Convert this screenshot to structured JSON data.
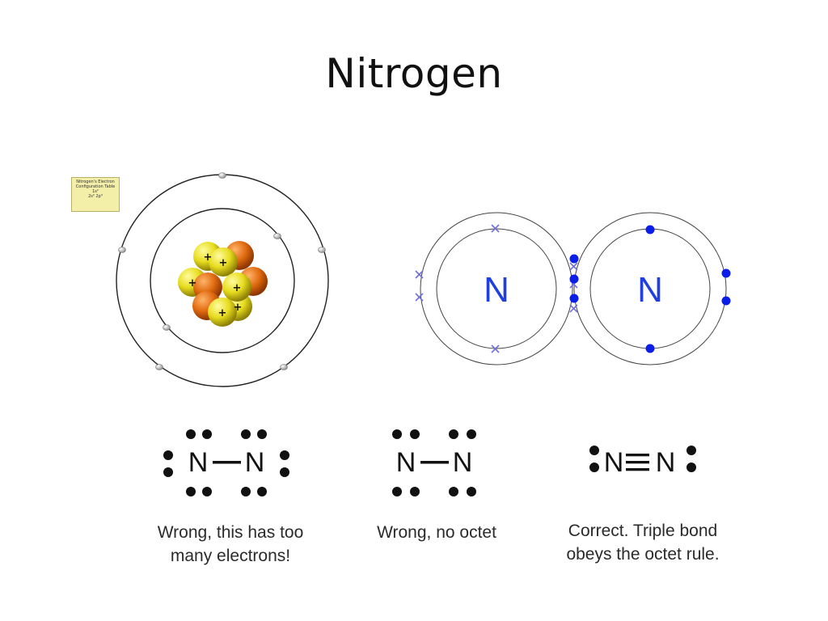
{
  "slide": {
    "title": "Nitrogen"
  },
  "bohr_model": {
    "config_table": {
      "title_line1": "Nitrogen's Electron",
      "title_line2": "Configuration Table",
      "line3": "1s²",
      "line4": "2s² 2p³"
    },
    "nucleus_plus_sign": "+"
  },
  "dot_cross": {
    "left_atom": "N",
    "right_atom": "N",
    "colors": {
      "atom_label": "#1f3fe0",
      "dot": "#0a1ee8",
      "cross": "#7070d8"
    }
  },
  "lewis": {
    "structure_1": {
      "left": "N",
      "bond": "—",
      "right": "N",
      "caption_line1": "Wrong, this has too",
      "caption_line2": "many electrons!"
    },
    "structure_2": {
      "left": "N",
      "bond": "—",
      "right": "N",
      "caption": "Wrong, no octet"
    },
    "structure_3": {
      "left": "N",
      "bond": "≡",
      "right": "N",
      "caption_line1": "Correct. Triple bond",
      "caption_line2": "obeys the octet rule."
    }
  }
}
